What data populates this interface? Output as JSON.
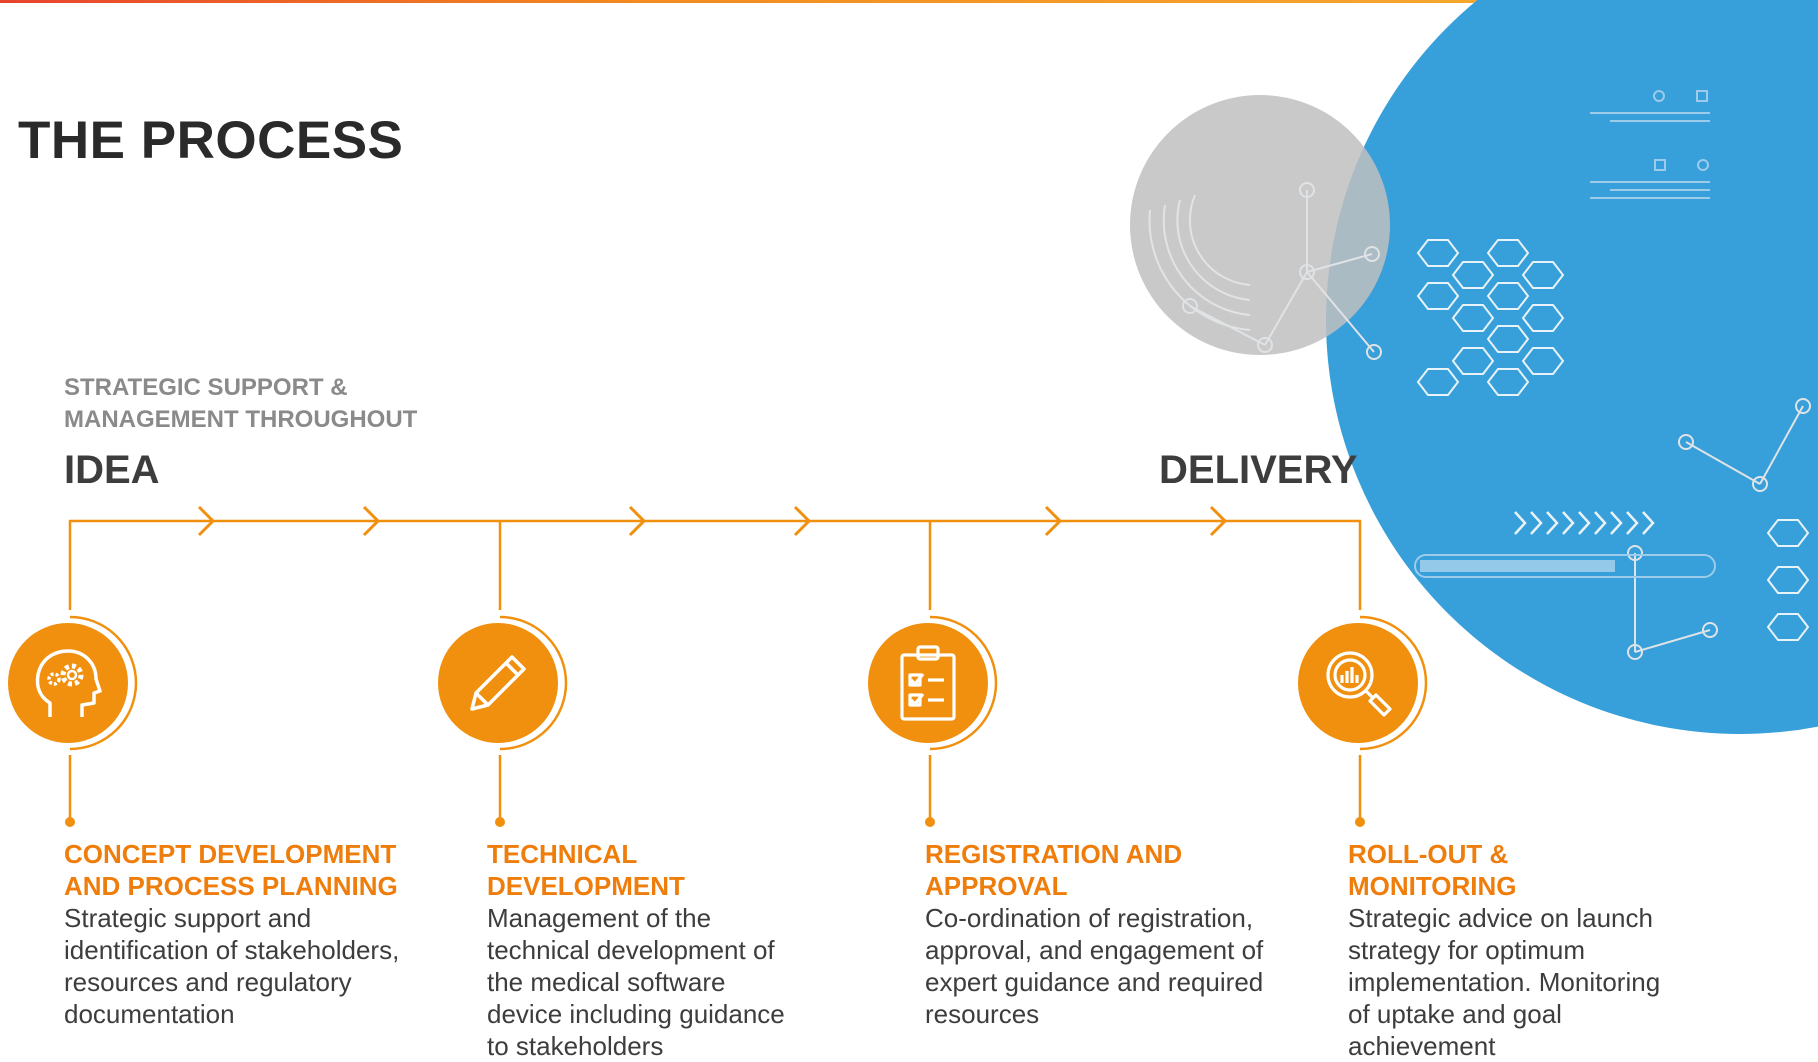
{
  "title": "THE PROCESS",
  "subtitle_line1": "STRATEGIC SUPPORT &",
  "subtitle_line2": "MANAGEMENT THROUGHOUT",
  "start_label": "IDEA",
  "end_label": "DELIVERY",
  "colors": {
    "accent": "#f0900e",
    "step_title": "#ef7d0b",
    "blue_circle": "#379fda",
    "grey_circle": "#c4c5c4",
    "text_dark": "#3d3d3d",
    "subtitle_grey": "#8a8a8a"
  },
  "steps": [
    {
      "icon": "head-gears-icon",
      "title_line1": "CONCEPT DEVELOPMENT",
      "title_line2": "AND PROCESS PLANNING",
      "desc": [
        "Strategic support and",
        "identification of stakeholders,",
        "resources and regulatory",
        "documentation"
      ]
    },
    {
      "icon": "pencil-icon",
      "title_line1": "TECHNICAL",
      "title_line2": "DEVELOPMENT",
      "desc": [
        "Management of the",
        "technical development of",
        "the medical software",
        "device including guidance",
        "to stakeholders"
      ]
    },
    {
      "icon": "clipboard-checklist-icon",
      "title_line1": "REGISTRATION AND",
      "title_line2": "APPROVAL",
      "desc": [
        "Co-ordination of registration,",
        "approval, and engagement of",
        "expert guidance and required",
        "resources"
      ]
    },
    {
      "icon": "magnifier-chart-icon",
      "title_line1": "ROLL-OUT &",
      "title_line2": "MONITORING",
      "desc": [
        "Strategic advice on launch",
        "strategy for optimum",
        "implementation. Monitoring",
        "of uptake and goal",
        "achievement"
      ]
    }
  ]
}
